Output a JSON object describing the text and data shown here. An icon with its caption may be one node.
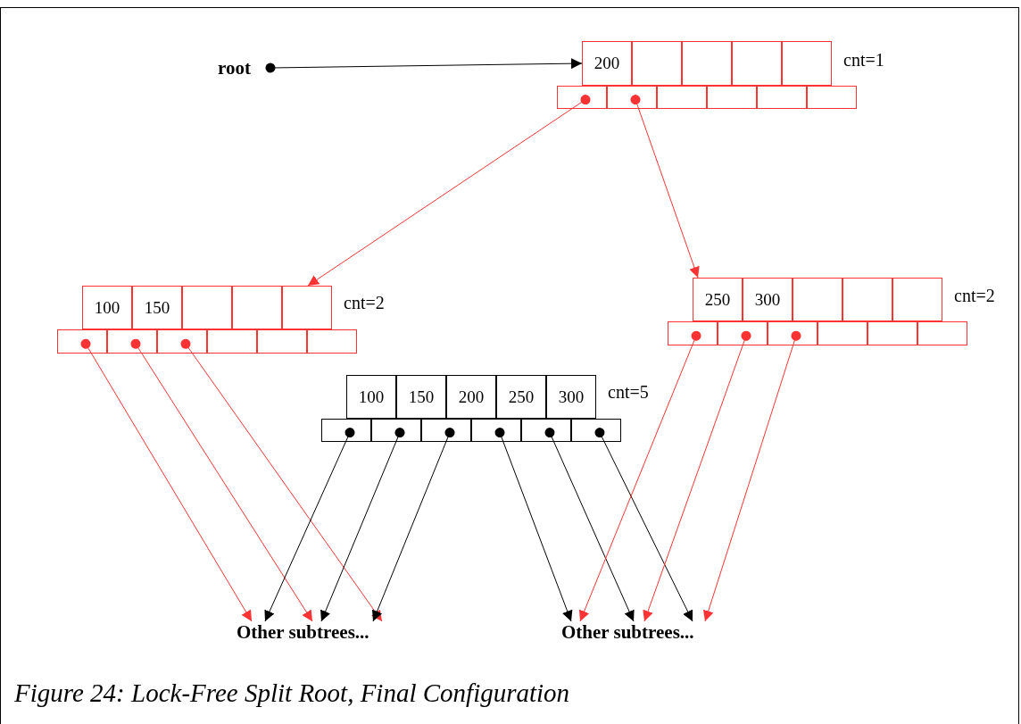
{
  "diagram": {
    "caption": "Figure 24: Lock-Free Split Root, Final Configuration",
    "nodes": [
      {
        "text": [
          "root"
        ]
      },
      {
        "text": [
          "200"
        ]
      },
      {
        "text": [],
        "shape": "box"
      },
      {
        "text": [],
        "shape": "box"
      },
      {
        "text": [],
        "shape": "box"
      },
      {
        "text": [],
        "shape": "box"
      },
      {
        "text": [],
        "shape": "box"
      },
      {
        "text": [],
        "shape": "box"
      },
      {
        "text": [],
        "shape": "box"
      },
      {
        "text": [],
        "shape": "box"
      },
      {
        "text": [],
        "shape": "box"
      },
      {
        "text": [],
        "shape": "box"
      },
      {
        "text": [
          "100"
        ]
      },
      {
        "text": [
          "150"
        ]
      },
      {
        "text": [],
        "shape": "box"
      },
      {
        "text": [],
        "shape": "box"
      },
      {
        "text": [],
        "shape": "box"
      },
      {
        "text": [],
        "shape": "box"
      },
      {
        "text": [],
        "shape": "box"
      },
      {
        "text": [],
        "shape": "box"
      },
      {
        "text": [],
        "shape": "box"
      },
      {
        "text": [],
        "shape": "box"
      },
      {
        "text": [],
        "shape": "box"
      },
      {
        "text": [
          "250"
        ]
      },
      {
        "text": [
          "300"
        ]
      },
      {
        "text": [],
        "shape": "box"
      },
      {
        "text": [],
        "shape": "box"
      },
      {
        "text": [],
        "shape": "box"
      },
      {
        "text": [],
        "shape": "box"
      },
      {
        "text": [],
        "shape": "box"
      },
      {
        "text": [],
        "shape": "box"
      },
      {
        "text": [],
        "shape": "box"
      },
      {
        "text": [],
        "shape": "box"
      },
      {
        "text": [],
        "shape": "box"
      },
      {
        "text": [
          "100"
        ]
      },
      {
        "text": [
          "150"
        ]
      },
      {
        "text": [
          "200"
        ]
      },
      {
        "text": [
          "250"
        ]
      },
      {
        "text": [
          "300"
        ]
      },
      {
        "text": [],
        "shape": "box"
      },
      {
        "text": [],
        "shape": "box"
      },
      {
        "text": [],
        "shape": "box"
      },
      {
        "text": [],
        "shape": "box"
      },
      {
        "text": [],
        "shape": "box"
      },
      {
        "text": [],
        "shape": "box"
      },
      {
        "text": [
          "Other subtrees..."
        ]
      },
      {
        "text": [
          "Other subtrees..."
        ]
      }
    ],
    "edges": [
      {
        "from": 0,
        "to": 1,
        "arrow": "to",
        "color": "#000000"
      },
      {
        "from": 6,
        "to": 16,
        "arrow": "to"
      },
      {
        "from": 7,
        "to": 23,
        "arrow": "to"
      },
      {
        "from": 17,
        "to": 45,
        "arrow": "to"
      },
      {
        "from": 18,
        "to": 45,
        "arrow": "to"
      },
      {
        "from": 19,
        "to": 45,
        "arrow": "to"
      },
      {
        "from": 39,
        "to": 45,
        "arrow": "to",
        "color": "#000000"
      },
      {
        "from": 40,
        "to": 45,
        "arrow": "to",
        "color": "#000000"
      },
      {
        "from": 41,
        "to": 45,
        "arrow": "to",
        "color": "#000000"
      },
      {
        "from": 42,
        "to": 46,
        "arrow": "to",
        "color": "#000000"
      },
      {
        "from": 43,
        "to": 46,
        "arrow": "to",
        "color": "#000000"
      },
      {
        "from": 44,
        "to": 46,
        "arrow": "to",
        "color": "#000000"
      },
      {
        "from": 28,
        "to": 46,
        "arrow": "to"
      },
      {
        "from": 29,
        "to": 46,
        "arrow": "to"
      },
      {
        "from": 30,
        "to": 46,
        "arrow": "to"
      }
    ],
    "labels": [
      "cnt=1",
      "cnt=2",
      "cnt=2",
      "cnt=5"
    ]
  }
}
